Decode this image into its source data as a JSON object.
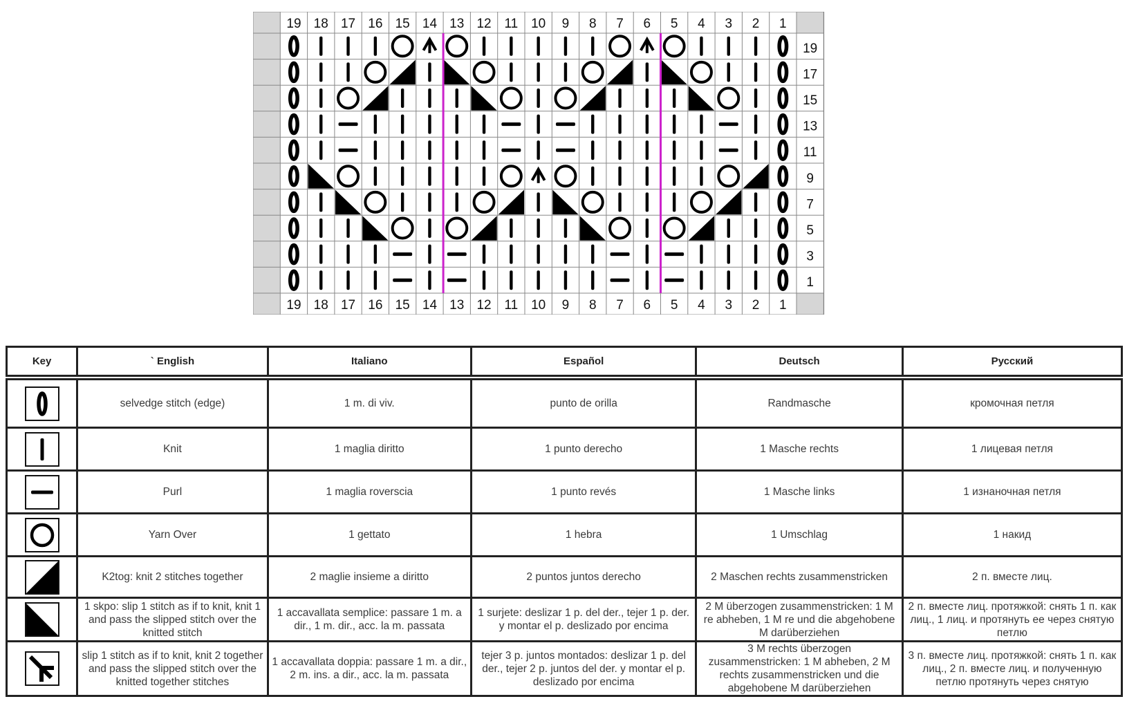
{
  "chart": {
    "column_numbers": [
      "19",
      "18",
      "17",
      "16",
      "15",
      "14",
      "13",
      "12",
      "11",
      "10",
      "9",
      "8",
      "7",
      "6",
      "5",
      "4",
      "3",
      "2",
      "1"
    ],
    "row_numbers": [
      "19",
      "17",
      "15",
      "13",
      "11",
      "9",
      "7",
      "5",
      "3",
      "1"
    ],
    "grid": [
      [
        "0",
        "I",
        "I",
        "I",
        "O",
        "A",
        "O",
        "I",
        "I",
        "I",
        "I",
        "I",
        "O",
        "A",
        "O",
        "I",
        "I",
        "I",
        "0"
      ],
      [
        "0",
        "I",
        "I",
        "O",
        "K",
        "I",
        "S",
        "O",
        "I",
        "I",
        "I",
        "O",
        "K",
        "I",
        "S",
        "O",
        "I",
        "I",
        "0"
      ],
      [
        "0",
        "I",
        "O",
        "K",
        "I",
        "I",
        "I",
        "S",
        "O",
        "I",
        "O",
        "K",
        "I",
        "I",
        "I",
        "S",
        "O",
        "I",
        "0"
      ],
      [
        "0",
        "I",
        "P",
        "I",
        "I",
        "I",
        "I",
        "I",
        "P",
        "I",
        "P",
        "I",
        "I",
        "I",
        "I",
        "I",
        "P",
        "I",
        "0"
      ],
      [
        "0",
        "I",
        "P",
        "I",
        "I",
        "I",
        "I",
        "I",
        "P",
        "I",
        "P",
        "I",
        "I",
        "I",
        "I",
        "I",
        "P",
        "I",
        "0"
      ],
      [
        "0",
        "S",
        "O",
        "I",
        "I",
        "I",
        "I",
        "I",
        "O",
        "A",
        "O",
        "I",
        "I",
        "I",
        "I",
        "I",
        "O",
        "K",
        "0"
      ],
      [
        "0",
        "I",
        "S",
        "O",
        "I",
        "I",
        "I",
        "O",
        "K",
        "I",
        "S",
        "O",
        "I",
        "I",
        "I",
        "O",
        "K",
        "I",
        "0"
      ],
      [
        "0",
        "I",
        "I",
        "S",
        "O",
        "I",
        "O",
        "K",
        "I",
        "I",
        "I",
        "S",
        "O",
        "I",
        "O",
        "K",
        "I",
        "I",
        "0"
      ],
      [
        "0",
        "I",
        "I",
        "I",
        "P",
        "I",
        "P",
        "I",
        "I",
        "I",
        "I",
        "I",
        "P",
        "I",
        "P",
        "I",
        "I",
        "I",
        "0"
      ],
      [
        "0",
        "I",
        "I",
        "I",
        "P",
        "I",
        "P",
        "I",
        "I",
        "I",
        "I",
        "I",
        "P",
        "I",
        "P",
        "I",
        "I",
        "I",
        "0"
      ]
    ],
    "repeat_after_columns": [
      "14",
      "6"
    ],
    "colors": {
      "repeat_line": "#cc22cc",
      "header_bg": "#d6d6d6",
      "symbol": "#000000",
      "grid_line": "#888888"
    }
  },
  "key_table": {
    "headers": [
      "Key",
      "` English",
      "Italiano",
      "Español",
      "Deutsch",
      "Русский"
    ],
    "rows": [
      {
        "icon": "selvedge-symbol-icon",
        "english": "selvedge stitch (edge)",
        "italiano": "1 m. di viv.",
        "espanol": "punto de orilla",
        "deutsch": "Randmasche",
        "russian": "кромочная петля"
      },
      {
        "icon": "knit-symbol-icon",
        "english": "Knit",
        "italiano": "1 maglia  diritto",
        "espanol": "1 punto derecho",
        "deutsch": "1 Masche rechts",
        "russian": "1 лицевая петля"
      },
      {
        "icon": "purl-symbol-icon",
        "english": "Purl",
        "italiano": "1 maglia roverscia",
        "espanol": "1 punto revés",
        "deutsch": "1 Masche links",
        "russian": "1 изнаночная петля"
      },
      {
        "icon": "yarn-over-symbol-icon",
        "english": "Yarn Over",
        "italiano": "1 gettato",
        "espanol": "1 hebra",
        "deutsch": "1 Umschlag",
        "russian": "1 накид"
      },
      {
        "icon": "k2tog-symbol-icon",
        "english": "K2tog: knit 2 stitches together",
        "italiano": "2 maglie insieme a diritto",
        "espanol": "2 puntos juntos derecho",
        "deutsch": "2 Maschen rechts zusammenstricken",
        "russian": "2 п. вместе лиц."
      },
      {
        "icon": "skpo-symbol-icon",
        "english": "1 skpo: slip 1 stitch as if to knit, knit 1 and pass the slipped stitch over the knitted stitch",
        "italiano": "1 accavallata semplice: passare 1 m. a dir., 1 m. dir., acc. la m. passata",
        "espanol": "1 surjete: deslizar 1 p. del der., tejer 1 p. der. y montar el p. deslizado por encima",
        "deutsch": "2 M überzogen zusammenstricken: 1 M re abheben, 1 M re und die abgehobene M darüberziehen",
        "russian": "2 п. вместе лиц. протяжкой: снять 1 п. как лиц., 1 лиц. и протянуть ее через снятую петлю"
      },
      {
        "icon": "double-decrease-symbol-icon",
        "english": "slip 1 stitch as if to knit, knit 2 together and pass the slipped stitch over the knitted together stitches",
        "italiano": "1 accavallata doppia: passare 1 m. a dir., 2 m. ins. a dir., acc. la m. passata",
        "espanol": "tejer 3 p. juntos montados: deslizar 1 p. del der., tejer 2 p. juntos del der. y montar el p. deslizado por encima",
        "deutsch": "3 M rechts überzogen zusammenstricken: 1 M abheben, 2 M rechts zusammenstricken und die abgehobene M darüberziehen",
        "russian": "3 п. вместе лиц. протяжкой: снять 1 п. как лиц., 2 п. вместе лиц. и полученную петлю протянуть через снятую"
      }
    ]
  }
}
